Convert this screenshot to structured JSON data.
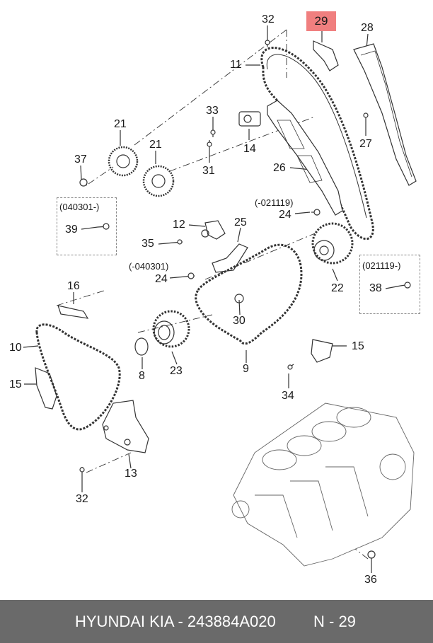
{
  "highlight": {
    "part_number": "29",
    "color": "#f07f7f"
  },
  "labels": {
    "l32a": "32",
    "l11": "11",
    "l28": "28",
    "l33": "33",
    "l21a": "21",
    "l21b": "21",
    "l14": "14",
    "l27": "27",
    "l37": "37",
    "l31": "31",
    "l26": "26",
    "l021119a": "(-021119)",
    "l24a": "24",
    "l040301a": "(040301-)",
    "l39": "39",
    "l12": "12",
    "l25": "25",
    "l35": "35",
    "l040301b": "(-040301)",
    "l24b": "24",
    "l021119b": "(021119-)",
    "l22": "22",
    "l38": "38",
    "l16": "16",
    "l10": "10",
    "l30": "30",
    "l15a": "15",
    "l15b": "15",
    "l8": "8",
    "l23": "23",
    "l9": "9",
    "l34": "34",
    "l13": "13",
    "l32b": "32",
    "l36": "36"
  },
  "footer": {
    "brand": "HYUNDAI  KIA - 243884A020",
    "ref": "N - 29"
  },
  "colors": {
    "line": "#333333",
    "footer_bg": "#6a6a6a"
  }
}
